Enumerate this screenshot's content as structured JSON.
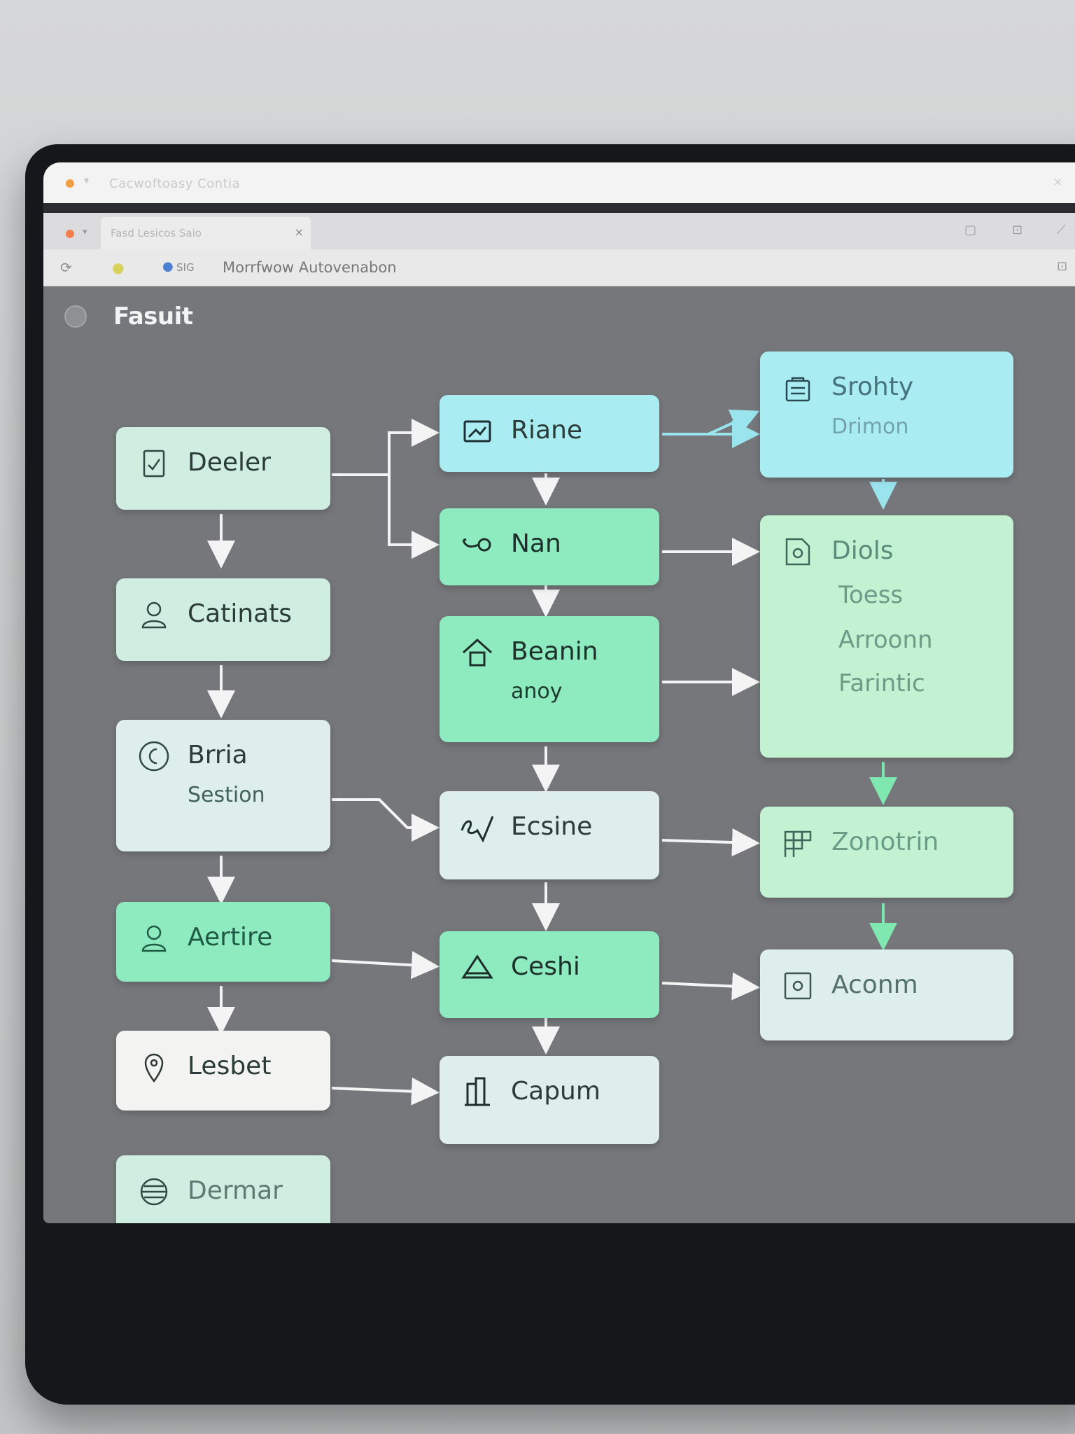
{
  "os_window": {
    "title": "Cacwoftoasy Contia",
    "close": "×"
  },
  "browser": {
    "tab_label": "Fasd Lesicos Saio",
    "tab_close": "×",
    "address": "Morrfwow Autovenabon",
    "address_prefix": "SIG"
  },
  "app": {
    "title": "Fasuit"
  },
  "nodes": {
    "deeler": {
      "label": "Deeler",
      "icon": "clipboard-check-icon"
    },
    "catinats": {
      "label": "Catinats",
      "icon": "user-icon"
    },
    "brria": {
      "label": "Brria",
      "sub": "Sestion",
      "icon": "clock-icon"
    },
    "aertire": {
      "label": "Aertire",
      "icon": "user-icon"
    },
    "lesbet": {
      "label": "Lesbet",
      "icon": "map-pin-icon"
    },
    "dermar": {
      "label": "Dermar",
      "icon": "globe-icon"
    },
    "riane": {
      "label": "Riane",
      "icon": "image-icon"
    },
    "nan": {
      "label": "Nan",
      "icon": "link-icon"
    },
    "beanin": {
      "label": "Beanin",
      "sub": "anoy",
      "icon": "home-icon"
    },
    "ecsine": {
      "label": "Ecsine",
      "icon": "signature-icon"
    },
    "ceshi": {
      "label": "Ceshi",
      "icon": "triangle-icon"
    },
    "capum": {
      "label": "Capum",
      "icon": "building-icon"
    },
    "srohty": {
      "label": "Srohty",
      "sub": "Drimon",
      "icon": "shopping-bag-icon"
    },
    "diols": {
      "label": "Diols",
      "lines": [
        "Toess",
        "Arroonn",
        "Farintic"
      ],
      "icon": "document-icon"
    },
    "zonotrin": {
      "label": "Zonotrin",
      "icon": "grid-icon"
    },
    "aconm": {
      "label": "Aconm",
      "icon": "square-target-icon"
    }
  },
  "colors": {
    "screen_bg": "#75777b",
    "arrow_white": "#f4f4f4",
    "arrow_green": "#7fe7b0",
    "arrow_cyan": "#9ae4ee"
  }
}
